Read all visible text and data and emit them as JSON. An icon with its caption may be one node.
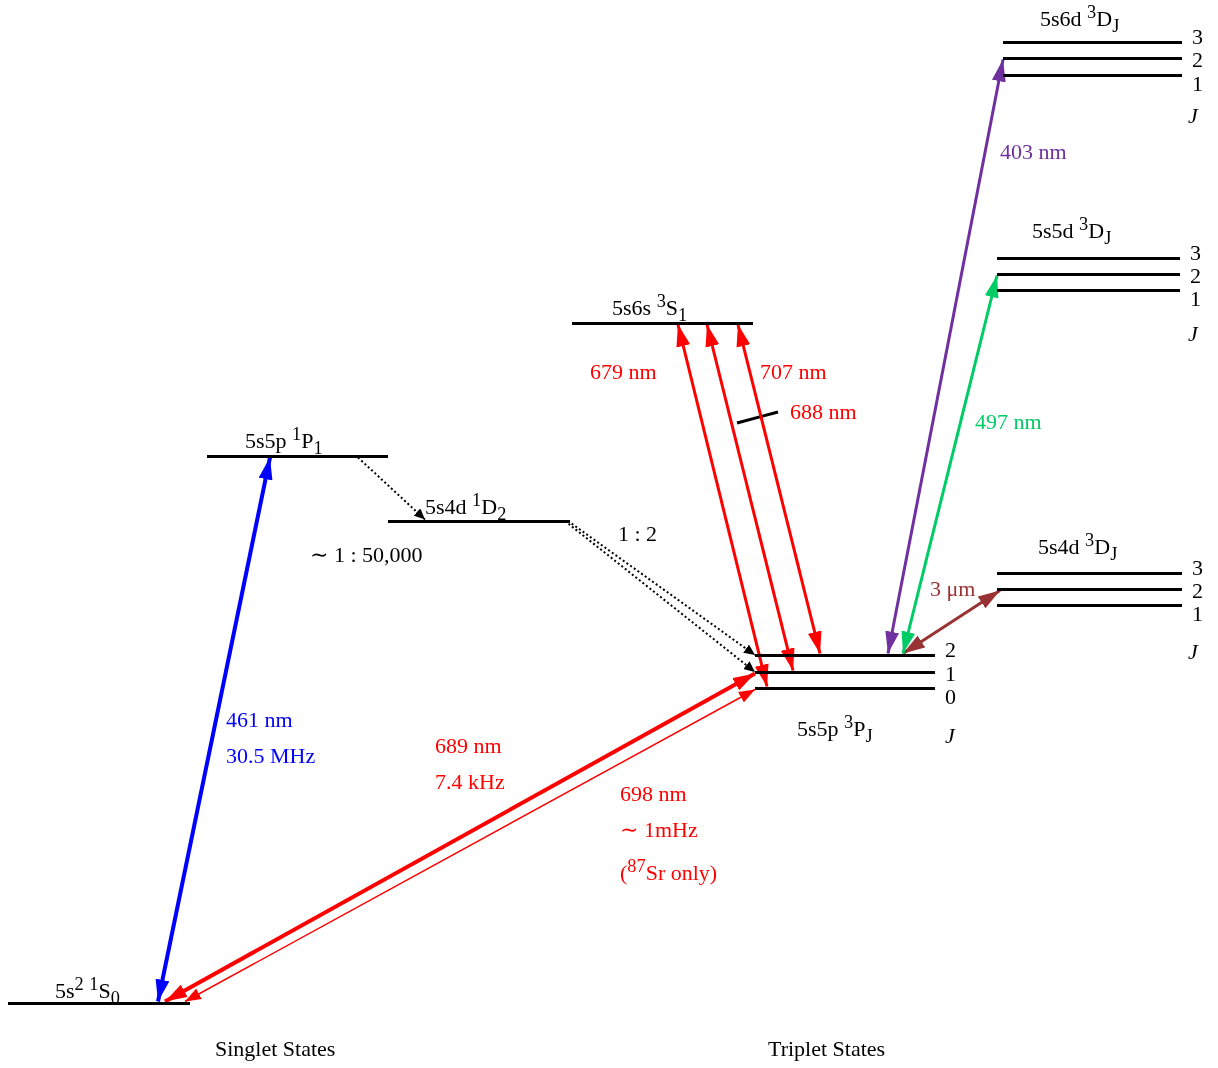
{
  "diagram": {
    "nodes": [
      {
        "text": [
          "5s$^{2}$ $^{1}$S$_{0}$"
        ]
      },
      {
        "text": [
          "5s5p $^{1}$P$_{1}$"
        ]
      },
      {
        "text": [
          "5s4d $^{1}$D$_{2}$"
        ]
      },
      {
        "text": [
          "5s6s $^{3}$S$_{1}$"
        ]
      },
      {
        "text": [
          "5s5p $^{3}$P$_{J}$",
          "J"
        ]
      },
      {
        "text": [
          "2"
        ],
        "in": 4
      },
      {
        "text": [
          "1"
        ],
        "in": 4
      },
      {
        "text": [
          "0"
        ],
        "in": 4
      },
      {
        "text": [
          "5s4d $^{3}$D$_{J}$",
          "J"
        ]
      },
      {
        "text": [
          "3"
        ],
        "in": 8
      },
      {
        "text": [
          "2"
        ],
        "in": 8
      },
      {
        "text": [
          "1"
        ],
        "in": 8
      },
      {
        "text": [
          "5s5d $^{3}$D$_{J}$",
          "J"
        ]
      },
      {
        "text": [
          "3"
        ],
        "in": 12
      },
      {
        "text": [
          "2"
        ],
        "in": 12
      },
      {
        "text": [
          "1"
        ],
        "in": 12
      },
      {
        "text": [
          "5s6d $^{3}$D$_{J}$",
          "J"
        ]
      },
      {
        "text": [
          "3"
        ],
        "in": 16
      },
      {
        "text": [
          "2"
        ],
        "in": 16
      },
      {
        "text": [
          "1"
        ],
        "in": 16
      }
    ],
    "edges": [
      {
        "from": 0,
        "to": 1,
        "arrow": "both",
        "label": "461 nm 30.5 MHz",
        "color": "#0000ff"
      },
      {
        "from": 1,
        "to": 2,
        "arrow": "to",
        "label": "∼ 1 : 50,000",
        "style": "dashed",
        "color": "#000000"
      },
      {
        "from": 2,
        "to": 5,
        "arrow": "to",
        "style": "dashed",
        "color": "#000000"
      },
      {
        "from": 2,
        "to": 6,
        "arrow": "to",
        "style": "dashed",
        "color": "#000000"
      },
      {
        "from": 0,
        "to": 6,
        "arrow": "both",
        "label": "689 nm 7.4 kHz"
      },
      {
        "from": 0,
        "to": 7,
        "arrow": "both",
        "label": "698 nm ∼ 1mHz ($^{87}$Sr only)"
      },
      {
        "from": 7,
        "to": 3,
        "arrow": "both",
        "label": "679 nm"
      },
      {
        "from": 6,
        "to": 3,
        "arrow": "both",
        "label": "688 nm"
      },
      {
        "from": 5,
        "to": 3,
        "arrow": "both",
        "label": "707 nm"
      },
      {
        "from": 5,
        "to": 10,
        "arrow": "both",
        "label": "3 μm",
        "color": "#993333"
      },
      {
        "from": 5,
        "to": 14,
        "arrow": "both",
        "label": "497 nm",
        "color": "#00cc66"
      },
      {
        "from": 5,
        "to": 18,
        "arrow": "both",
        "label": "403 nm",
        "color": "#7030a0"
      }
    ],
    "labels": [
      "1 : 2",
      "Singlet States",
      "Triplet States"
    ]
  }
}
